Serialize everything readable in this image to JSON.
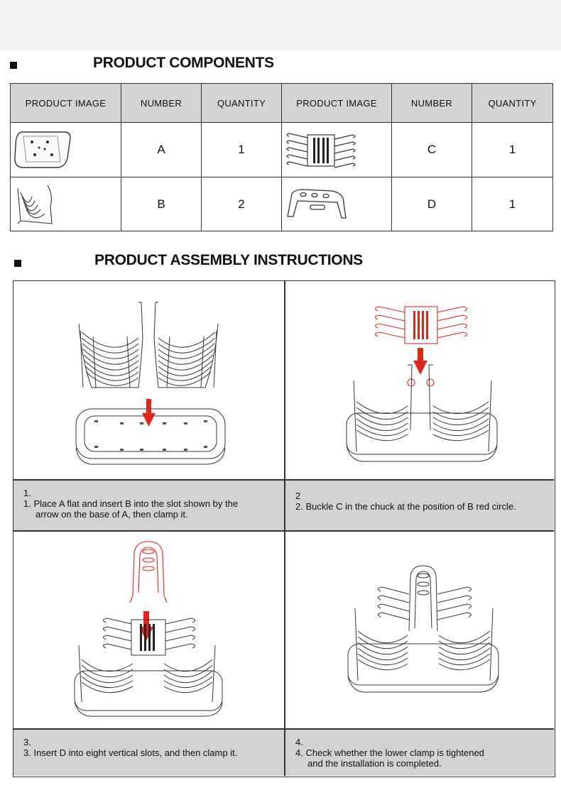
{
  "components": {
    "title": "PRODUCT COMPONENTS",
    "headers": [
      "PRODUCT IMAGE",
      "NUMBER",
      "QUANTITY",
      "PRODUCT IMAGE",
      "NUMBER",
      "QUANTITY"
    ],
    "rows": [
      [
        {
          "image": "base-tray-icon",
          "number": "A",
          "quantity": "1"
        },
        {
          "image": "clip-rack-icon",
          "number": "C",
          "quantity": "1"
        }
      ],
      [
        {
          "image": "plate-rack-icon",
          "number": "B",
          "quantity": "2"
        },
        {
          "image": "top-clamp-icon",
          "number": "D",
          "quantity": "1"
        }
      ]
    ]
  },
  "assembly": {
    "title": "PRODUCT ASSEMBLY INSTRUCTIONS",
    "steps": [
      {
        "index": "1.",
        "text_line1": "1. Place A flat and insert B into the slot shown by the",
        "text_line2": "arrow on the base of A, then clamp it."
      },
      {
        "index": "2",
        "text_line1": "2. Buckle C in the chuck at the position of B red circle.",
        "text_line2": ""
      },
      {
        "index": "3.",
        "text_line1": "3. Insert D into eight vertical slots, and then clamp it.",
        "text_line2": ""
      },
      {
        "index": "4.",
        "text_line1": "4. Check whether the lower clamp is tightened",
        "text_line2": "and the installation is completed."
      }
    ],
    "highlight_color": "#e0261b"
  }
}
